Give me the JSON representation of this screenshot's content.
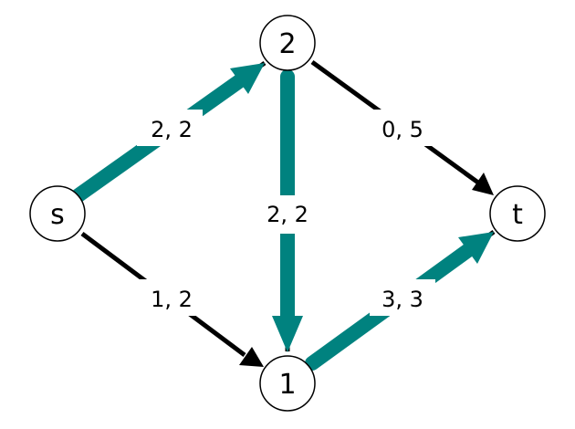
{
  "colors": {
    "flow": "#00827f",
    "edge": "#000000",
    "node_fill": "#ffffff",
    "background": "#ffffff"
  },
  "nodes": [
    {
      "id": "s",
      "label": "s"
    },
    {
      "id": "2",
      "label": "2"
    },
    {
      "id": "1",
      "label": "1"
    },
    {
      "id": "t",
      "label": "t"
    }
  ],
  "edges": [
    {
      "from": "s",
      "to": "2",
      "label": "2, 2",
      "flow": 2,
      "capacity": 2
    },
    {
      "from": "s",
      "to": "1",
      "label": "1, 2",
      "flow": 1,
      "capacity": 2
    },
    {
      "from": "2",
      "to": "1",
      "label": "2, 2",
      "flow": 2,
      "capacity": 2
    },
    {
      "from": "2",
      "to": "t",
      "label": "0, 5",
      "flow": 0,
      "capacity": 5
    },
    {
      "from": "1",
      "to": "t",
      "label": "3, 3",
      "flow": 3,
      "capacity": 3
    }
  ]
}
